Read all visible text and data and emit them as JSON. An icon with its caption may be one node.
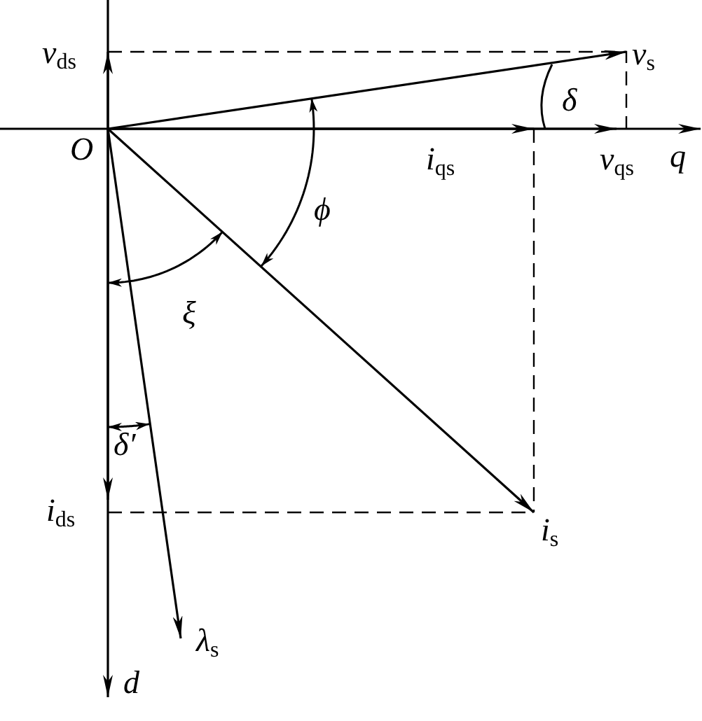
{
  "diagram": {
    "nodes": [
      {
        "text": [
          "O"
        ]
      },
      {
        "text": [
          "v$_{ds}$"
        ]
      },
      {
        "text": [
          "v$_{s}$"
        ]
      },
      {
        "text": [
          "v$_{qs}$"
        ]
      },
      {
        "text": [
          "q"
        ]
      },
      {
        "text": [
          "i$_{ds}$"
        ]
      },
      {
        "text": [
          "i$_{s}$"
        ]
      },
      {
        "text": [
          "λ$_{s}$"
        ]
      },
      {
        "text": [
          "d"
        ]
      }
    ],
    "edges": [
      {
        "from": 0,
        "to": 1,
        "arrow": "to"
      },
      {
        "from": 0,
        "to": 2,
        "arrow": "to"
      },
      {
        "from": 0,
        "to": null,
        "arrow": "to"
      },
      {
        "from": 0,
        "to": 3,
        "arrow": "to"
      },
      {
        "from": 0,
        "to": 4,
        "arrow": "to"
      },
      {
        "from": 0,
        "to": 5,
        "arrow": "to"
      },
      {
        "from": 0,
        "to": 6,
        "arrow": "to"
      },
      {
        "from": 0,
        "to": 7,
        "arrow": "to"
      },
      {
        "from": 0,
        "to": 8,
        "arrow": "to"
      }
    ],
    "labels": [
      "δ",
      "i$_{qs}$",
      "ϕ",
      "ξ",
      "δ′"
    ]
  }
}
